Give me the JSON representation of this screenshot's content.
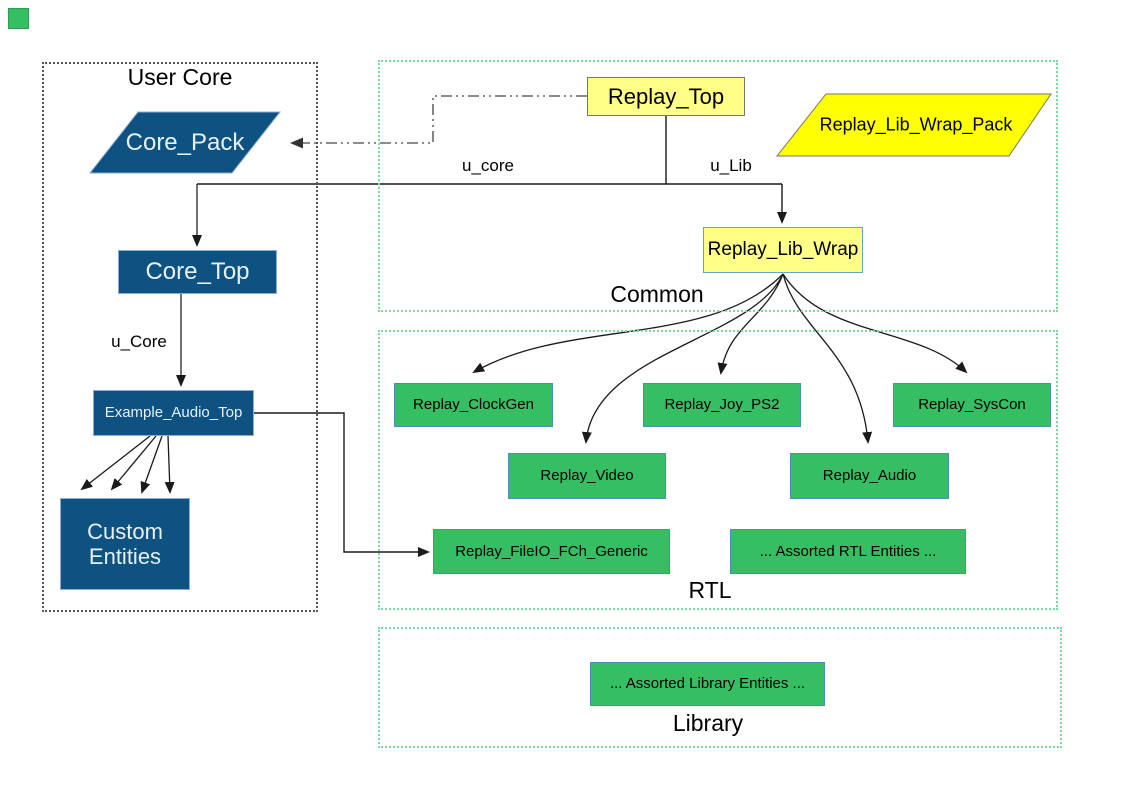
{
  "colors": {
    "node_blue": "#0e5282",
    "node_pale_yellow": "#ffff88",
    "node_bright_yellow": "#ffff00",
    "node_green": "#35be62",
    "green_node_border": "#4a90b8",
    "container_green_border": "#7bd8a0",
    "container_dark_border": "#555555",
    "edge_black": "#1a1a1a",
    "edge_gray_dash": "#666666",
    "blue_text": "#e8f0fa"
  },
  "containers": {
    "user_core": {
      "label": "User Core"
    },
    "common": {
      "label": "Common"
    },
    "rtl": {
      "label": "RTL"
    },
    "library": {
      "label": "Library"
    }
  },
  "nodes": {
    "core_pack": {
      "label": "Core_Pack",
      "shape": "parallelogram"
    },
    "core_top": {
      "label": "Core_Top",
      "shape": "rect"
    },
    "example_audio_top": {
      "label": "Example_Audio_Top",
      "shape": "rect"
    },
    "custom_entities": {
      "label": "Custom\nEntities",
      "shape": "rect"
    },
    "replay_top": {
      "label": "Replay_Top",
      "shape": "rect"
    },
    "replay_lib_wrap_pack": {
      "label": "Replay_Lib_Wrap_Pack",
      "shape": "parallelogram"
    },
    "replay_lib_wrap": {
      "label": "Replay_Lib_Wrap",
      "shape": "rect"
    },
    "replay_clockgen": {
      "label": "Replay_ClockGen",
      "shape": "rect"
    },
    "replay_joy_ps2": {
      "label": "Replay_Joy_PS2",
      "shape": "rect"
    },
    "replay_syscon": {
      "label": "Replay_SysCon",
      "shape": "rect"
    },
    "replay_video": {
      "label": "Replay_Video",
      "shape": "rect"
    },
    "replay_audio": {
      "label": "Replay_Audio",
      "shape": "rect"
    },
    "replay_fileio_fch_generic": {
      "label": "Replay_FileIO_FCh_Generic",
      "shape": "rect"
    },
    "assorted_rtl_entities": {
      "label": "... Assorted RTL Entities ...",
      "shape": "rect"
    },
    "assorted_library_entities": {
      "label": "... Assorted Library Entities ...",
      "shape": "rect"
    }
  },
  "edge_labels": {
    "u_core": "u_core",
    "u_lib": "u_Lib",
    "u_core_lower": "u_Core"
  }
}
